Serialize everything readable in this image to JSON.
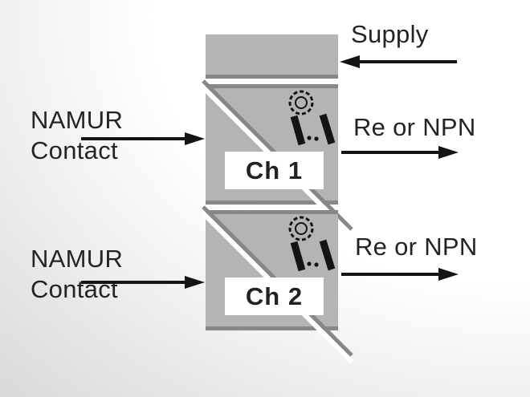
{
  "diagram": {
    "title_implicit": "2-channel NAMUR isolated switch amplifier",
    "supply": {
      "label": "Supply"
    },
    "channels": [
      {
        "label": "Ch 1",
        "input_label": "NAMUR\nContact",
        "output_label": "Re or NPN"
      },
      {
        "label": "Ch 2",
        "input_label": "NAMUR\nContact",
        "output_label": "Re or NPN"
      }
    ],
    "colors": {
      "block_fill": "#b4b4b4",
      "block_border": "#878787",
      "stripe_white": "#ffffff",
      "line_black": "#141414",
      "label_bg": "#ffffff",
      "text": "#242424",
      "background_light": "#ffffff",
      "background_shade": "#d6d6d6"
    }
  }
}
